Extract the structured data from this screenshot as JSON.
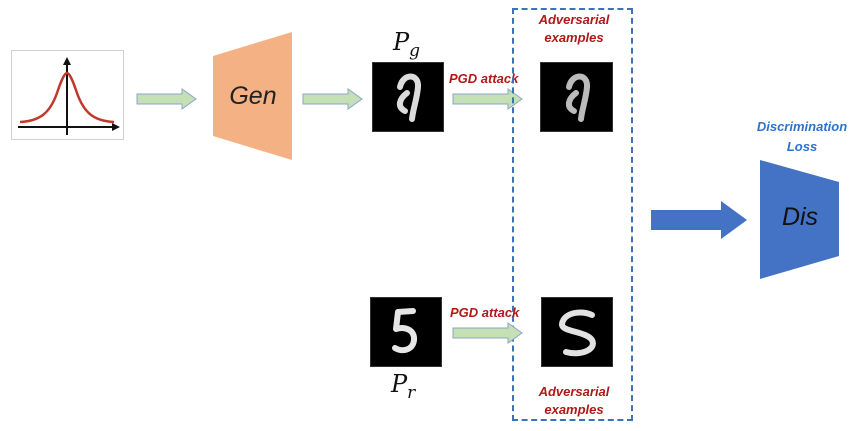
{
  "generator": {
    "label": "Gen"
  },
  "discriminator": {
    "label": "Dis"
  },
  "loss": {
    "label_line1": "Discrimination",
    "label_line2": "Loss"
  },
  "distributions": {
    "generated": {
      "symbol": "P",
      "subscript": "g"
    },
    "real": {
      "symbol": "P",
      "subscript": "r"
    }
  },
  "attack": {
    "top_label": "PGD attack",
    "bottom_label": "PGD attack"
  },
  "adversarial": {
    "top_line1": "Adversarial",
    "top_line2": "examples",
    "bottom_line1": "Adversarial",
    "bottom_line2": "examples"
  },
  "colors": {
    "generator_fill": "#f4b183",
    "discriminator_fill": "#4472c4",
    "arrow_fill": "#c5e0b4",
    "arrow_stroke": "#8aa6c8",
    "dashed_border": "#3d72b8",
    "attack_text": "#b01818",
    "loss_text": "#2e73c9",
    "gaussian_curve": "#c0392b"
  }
}
